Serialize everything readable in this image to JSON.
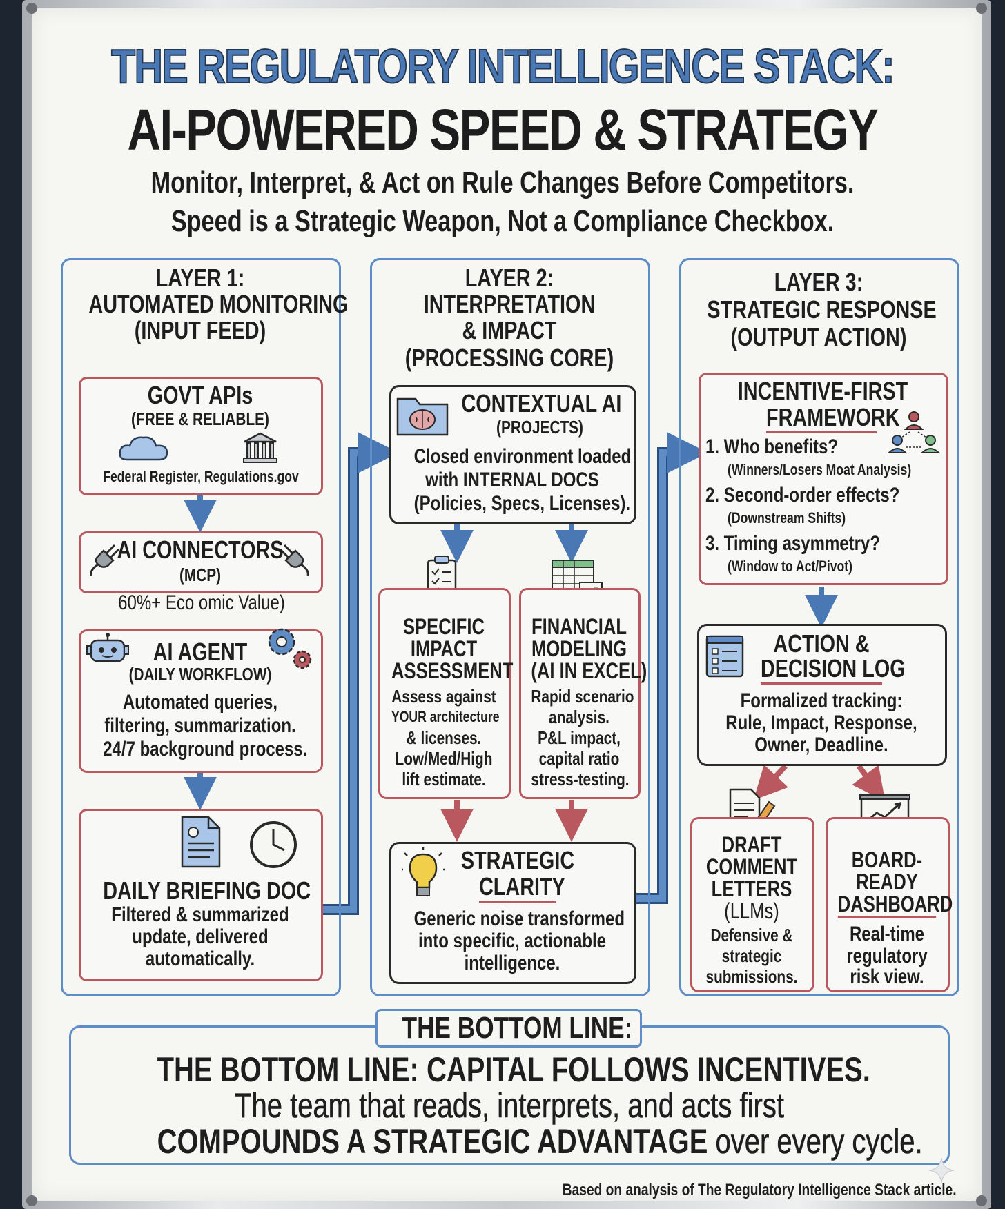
{
  "title": "THE REGULATORY INTELLIGENCE STACK:",
  "headline": "AI-POWERED SPEED & STRATEGY",
  "subtitle_1": "Monitor, Interpret, & Act on Rule Changes Before Competitors.",
  "subtitle_2": "Speed is a Strategic Weapon, Not a Compliance Checkbox.",
  "layer1": {
    "heading_1": "LAYER 1:",
    "heading_2": "AUTOMATED MONITORING",
    "heading_3": "(INPUT FEED)",
    "govt_apis": {
      "title": "GOVT APIs",
      "subtitle": "(FREE & RELIABLE)",
      "sources": "Federal Register,  Regulations.gov"
    },
    "connectors": {
      "title": "AI CONNECTORS",
      "subtitle": "(MCP)",
      "note": "60%+ Eco   omic Value)"
    },
    "agent": {
      "title": "AI AGENT",
      "subtitle": "(DAILY WORKFLOW)",
      "line1": "Automated queries,",
      "line2": "filtering, summarization.",
      "line3": "24/7 background process."
    },
    "briefing": {
      "title": "DAILY BRIEFING DOC",
      "line1": "Filtered & summarized",
      "line2": "update, delivered",
      "line3": "automatically."
    }
  },
  "layer2": {
    "heading_1": "LAYER 2:",
    "heading_2": "INTERPRETATION",
    "heading_3": "& IMPACT",
    "heading_4": "(PROCESSING CORE)",
    "contextual": {
      "title": "CONTEXTUAL AI",
      "subtitle": "(PROJECTS)",
      "line1": "Closed environment loaded",
      "line2": "with INTERNAL DOCS",
      "line3": "(Policies, Specs, Licenses)."
    },
    "impact": {
      "t1": "SPECIFIC",
      "t2": "IMPACT",
      "t3": "ASSESSMENT",
      "l1": "Assess against",
      "l2": "YOUR architecture",
      "l3": "& licenses.",
      "l4": "Low/Med/High",
      "l5": "lift estimate."
    },
    "financial": {
      "t1": "FINANCIAL",
      "t2": "MODELING",
      "t3": "(AI IN EXCEL)",
      "l1": "Rapid scenario",
      "l2": "analysis.",
      "l3": "P&L impact,",
      "l4": "capital ratio",
      "l5": "stress-testing."
    },
    "clarity": {
      "t1": "STRATEGIC",
      "t2": "CLARITY",
      "l1": "Generic noise transformed",
      "l2": "into specific, actionable",
      "l3": "intelligence."
    }
  },
  "layer3": {
    "heading_1": "LAYER 3:",
    "heading_2": "STRATEGIC RESPONSE",
    "heading_3": "(OUTPUT ACTION)",
    "framework": {
      "t1": "INCENTIVE-FIRST",
      "t2": "FRAMEWORK",
      "q1": "1. Who benefits?",
      "q1_note": "(Winners/Losers Moat Analysis)",
      "q2": "2. Second-order effects?",
      "q2_note": "(Downstream Shifts)",
      "q3": "3. Timing asymmetry?",
      "q3_note": "(Window to Act/Pivot)"
    },
    "log": {
      "t1": "ACTION &",
      "t2": "DECISION LOG",
      "l1": "Formalized tracking:",
      "l2": "Rule, Impact, Response,",
      "l3": "Owner, Deadline."
    },
    "draft": {
      "t1": "DRAFT",
      "t2": "COMMENT",
      "t3": "LETTERS",
      "t4": "(LLMs)",
      "l1": "Defensive &",
      "l2": "strategic",
      "l3": "submissions."
    },
    "board": {
      "t1": "BOARD-",
      "t2": "READY",
      "t3": "DASHBOARD",
      "l1": "Real-time",
      "l2": "regulatory",
      "l3": "risk view."
    }
  },
  "bottom": {
    "label": "THE BOTTOM LINE:",
    "line1": "THE BOTTOM LINE: CAPITAL FOLLOWS INCENTIVES.",
    "line2": "The team that reads, interprets, and acts first",
    "line3a": "COMPOUNDS A STRATEGIC ADVANTAGE",
    "line3b": " over every cycle."
  },
  "footer": "Based on analysis of The Regulatory Intelligence Stack article.",
  "colors": {
    "blue": "#4a78b4",
    "red": "#b9585e",
    "dark": "#1d1d1d",
    "board": "#f6f6f3"
  }
}
